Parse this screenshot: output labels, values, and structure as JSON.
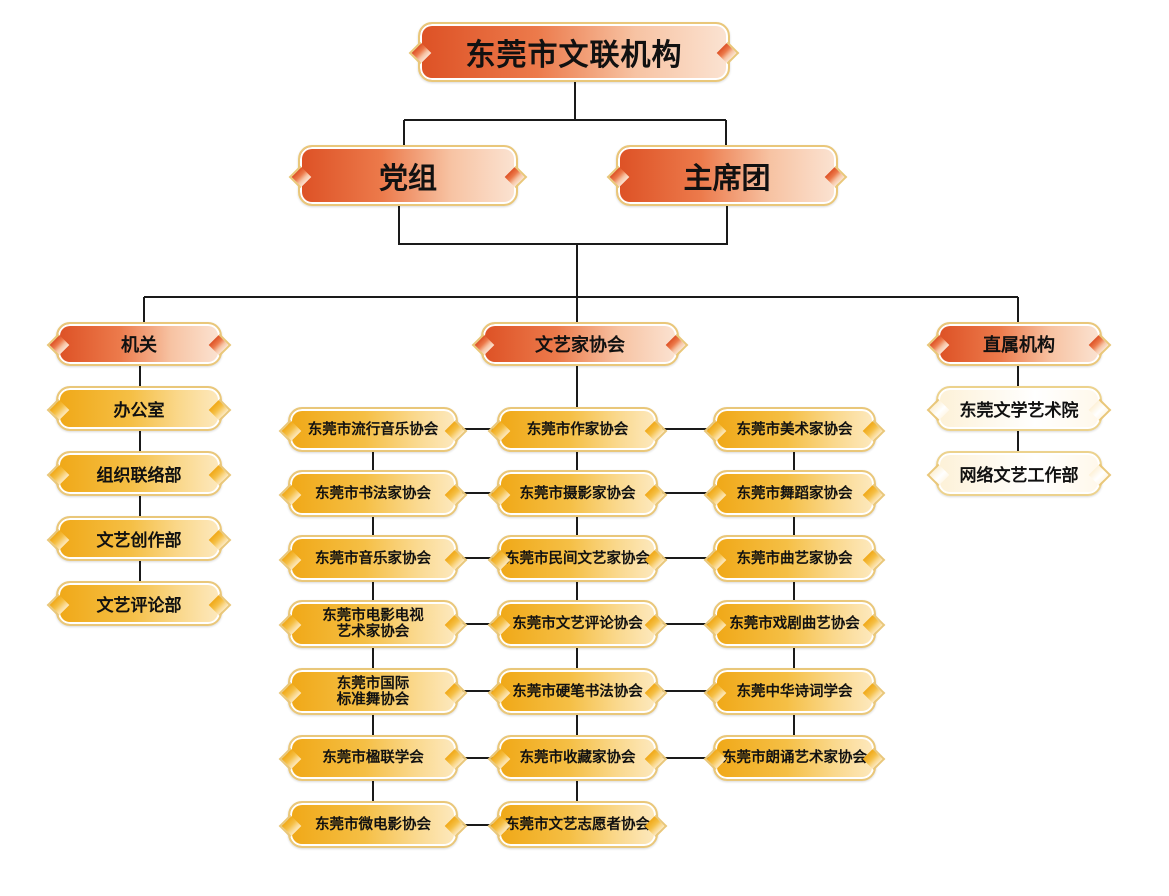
{
  "title": "东莞市文联机构",
  "level2": [
    "党组",
    "主席团"
  ],
  "branches": {
    "jiguan": {
      "label": "机关",
      "items": [
        "办公室",
        "组织联络部",
        "文艺创作部",
        "文艺评论部"
      ]
    },
    "xiehui": {
      "label": "文艺家协会",
      "left": [
        "东莞市流行音乐协会",
        "东莞市书法家协会",
        "东莞市音乐家协会",
        "东莞市电影电视\n艺术家协会",
        "东莞市国际\n标准舞协会",
        "东莞市楹联学会",
        "东莞市微电影协会"
      ],
      "center": [
        "东莞市作家协会",
        "东莞市摄影家协会",
        "东莞市民间文艺家协会",
        "东莞市文艺评论协会",
        "东莞市硬笔书法协会",
        "东莞市收藏家协会",
        "东莞市文艺志愿者协会"
      ],
      "right": [
        "东莞市美术家协会",
        "东莞市舞蹈家协会",
        "东莞市曲艺家协会",
        "东莞市戏剧曲艺协会",
        "东莞中华诗词学会",
        "东莞市朗诵艺术家协会"
      ]
    },
    "zhishu": {
      "label": "直属机构",
      "items": [
        "东莞文学艺术院",
        "网络文艺工作部"
      ]
    }
  }
}
